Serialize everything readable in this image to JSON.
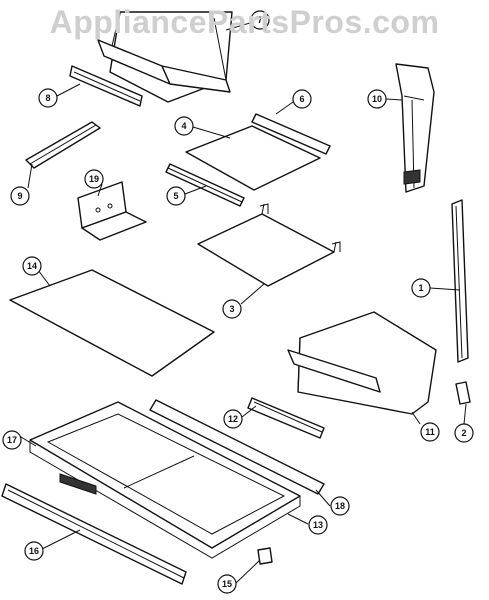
{
  "watermark": "AppliancePartsPros.com",
  "callouts": [
    {
      "id": "c1",
      "label": "1"
    },
    {
      "id": "c2",
      "label": "2"
    },
    {
      "id": "c3",
      "label": "3"
    },
    {
      "id": "c4",
      "label": "4"
    },
    {
      "id": "c5",
      "label": "5"
    },
    {
      "id": "c6",
      "label": "6"
    },
    {
      "id": "c7",
      "label": "7"
    },
    {
      "id": "c8",
      "label": "8"
    },
    {
      "id": "c9",
      "label": "9"
    },
    {
      "id": "c10",
      "label": "10"
    },
    {
      "id": "c11",
      "label": "11"
    },
    {
      "id": "c12",
      "label": "12"
    },
    {
      "id": "c13",
      "label": "13"
    },
    {
      "id": "c14",
      "label": "14"
    },
    {
      "id": "c15",
      "label": "15"
    },
    {
      "id": "c16",
      "label": "16"
    },
    {
      "id": "c17",
      "label": "17"
    },
    {
      "id": "c18",
      "label": "18"
    },
    {
      "id": "c19",
      "label": "19"
    }
  ]
}
